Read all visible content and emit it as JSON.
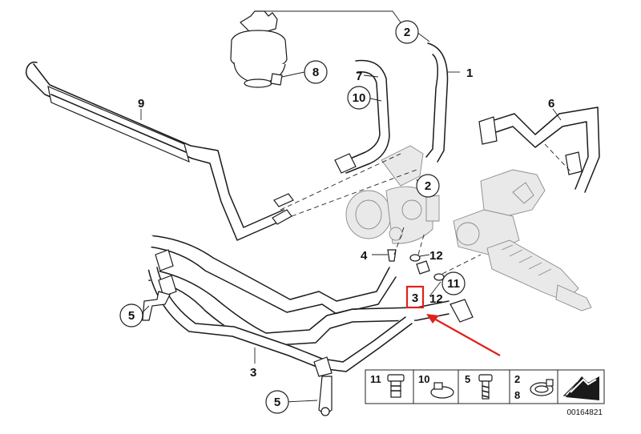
{
  "diagram": {
    "catalog_number": "00164821",
    "labels": {
      "l1": "1",
      "l2a": "2",
      "l2b": "2",
      "l3a": "3",
      "l3b": "3",
      "l4": "4",
      "l5a": "5",
      "l5b": "5",
      "l6": "6",
      "l7": "7",
      "l8": "8",
      "l9": "9",
      "l10": "10",
      "l11": "11",
      "l12a": "12",
      "l12b": "12"
    },
    "legend": {
      "items": [
        "11",
        "10",
        "5",
        "2",
        "8"
      ]
    },
    "highlight": {
      "label": "3",
      "color": "#e0201c"
    }
  }
}
